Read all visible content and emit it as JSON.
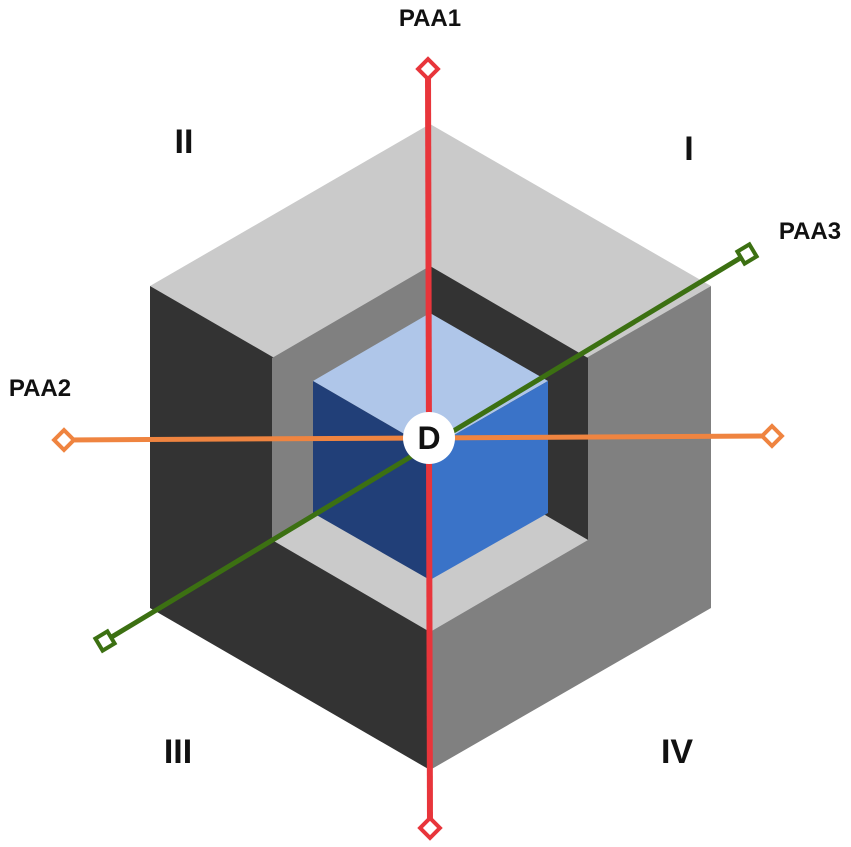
{
  "axes": {
    "paa1": {
      "label": "PAA1",
      "color": "#e8353b"
    },
    "paa2": {
      "label": "PAA2",
      "color": "#ef8440"
    },
    "paa3": {
      "label": "PAA3",
      "color": "#3c7012"
    }
  },
  "quadrants": {
    "q1": "I",
    "q2": "II",
    "q3": "III",
    "q4": "IV"
  },
  "center": {
    "label": "D"
  },
  "colors": {
    "hex_top": "#cacaca",
    "hex_left": "#333333",
    "hex_right": "#808080",
    "cube_top": "#afc6e9",
    "cube_left": "#213f78",
    "cube_right": "#3a73c8"
  }
}
